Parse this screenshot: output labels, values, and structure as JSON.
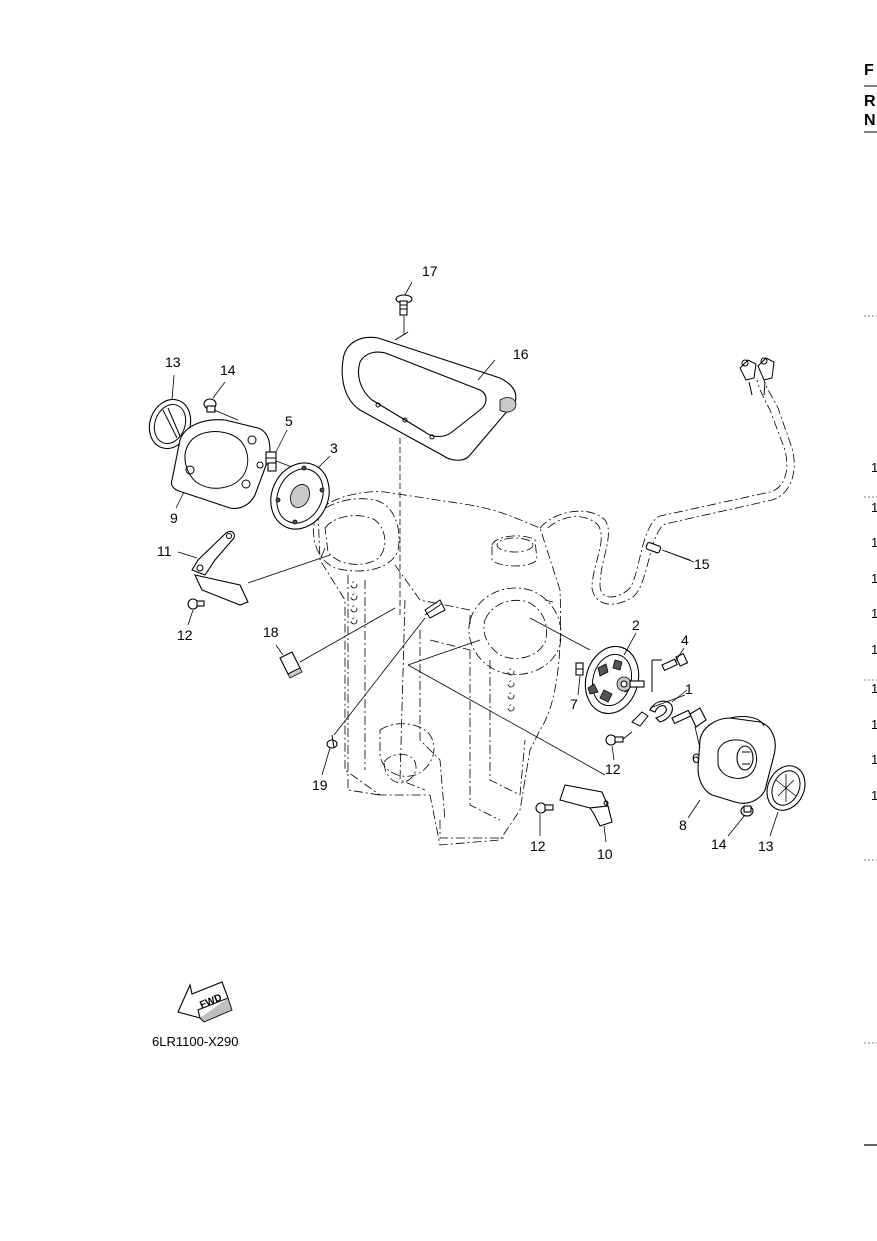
{
  "edge_letters": [
    "F",
    "R",
    "N"
  ],
  "edge_numbers": [
    "1",
    "1",
    "1",
    "1",
    "1",
    "1",
    "1",
    "1",
    "1",
    "1"
  ],
  "diagram_code": "6LR1100-X290",
  "fwd_label": "FWD",
  "callouts": [
    "1",
    "2",
    "3",
    "4",
    "5",
    "6",
    "7",
    "8",
    "9",
    "10",
    "11",
    "12",
    "12",
    "12",
    "13",
    "13",
    "14",
    "14",
    "15",
    "16",
    "17",
    "18",
    "19"
  ]
}
